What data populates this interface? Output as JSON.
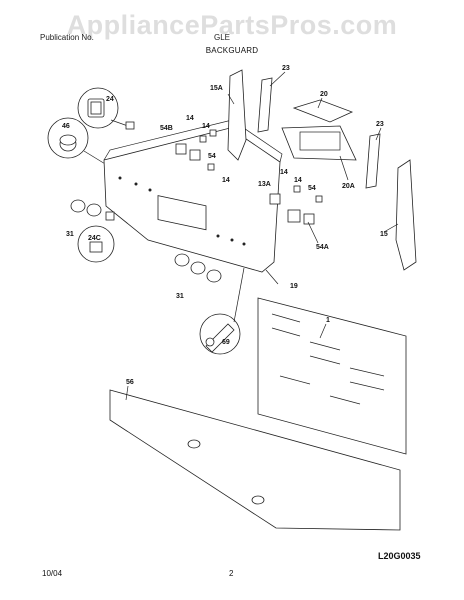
{
  "watermark": "AppliancePartsPros.com",
  "header": {
    "left_text": "Publication No.",
    "model_text": "GLE",
    "section_title": "BACKGUARD"
  },
  "diagram_code": "L20G0035",
  "footer": {
    "date": "10/04",
    "page": "2"
  },
  "callouts": {
    "c24": "24",
    "c46": "46",
    "c14a": "14",
    "c14b": "14",
    "c54b": "54B",
    "c54": "54",
    "c14c": "14",
    "c15a": "15A",
    "c23a": "23",
    "c20": "20",
    "c23b": "23",
    "c20a": "20A",
    "c13a": "13A",
    "c14d": "14",
    "c14e": "14",
    "c54c": "54",
    "c54a": "54A",
    "c15": "15",
    "c31a": "31",
    "c24c": "24C",
    "c31b": "31",
    "c19": "19",
    "c69": "69",
    "c1": "1",
    "c56": "56"
  },
  "icons": {
    "rocker_switch": "rocker-switch-icon",
    "knob_cap": "knob-cap-icon",
    "screw": "screw-icon"
  }
}
